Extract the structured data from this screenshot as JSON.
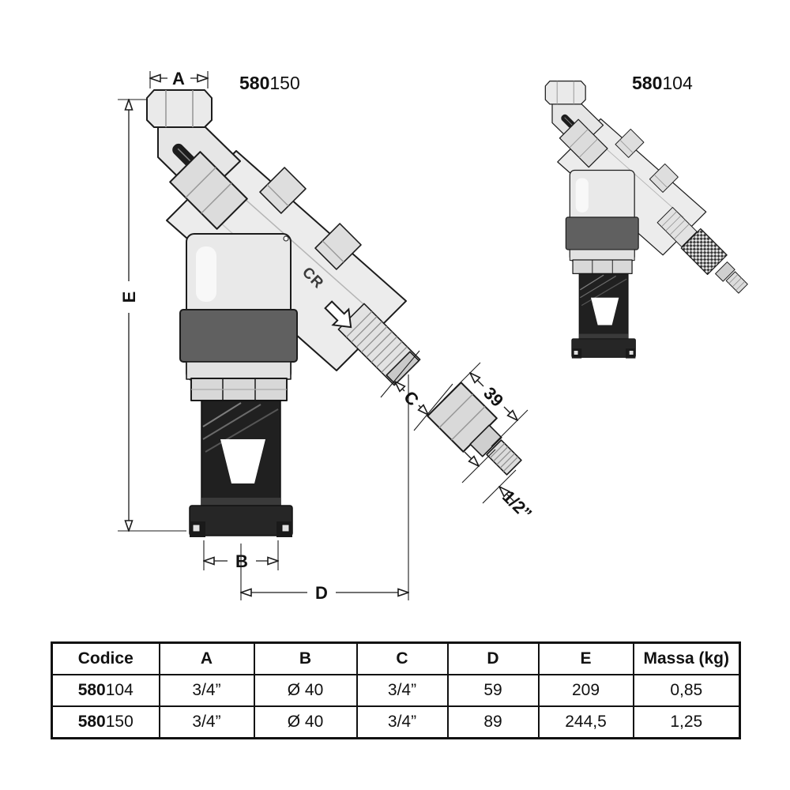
{
  "drawings": {
    "main": {
      "code": {
        "bold": "580",
        "rest": "150"
      },
      "marking": "CR",
      "labels": {
        "a": "A",
        "b": "B",
        "c": "C",
        "d": "D",
        "e": "E",
        "len39": "39",
        "half": "1/2”"
      }
    },
    "secondary": {
      "code": {
        "bold": "580",
        "rest": "104"
      }
    }
  },
  "table": {
    "headers": [
      "Codice",
      "A",
      "B",
      "C",
      "D",
      "E",
      "Massa (kg)"
    ],
    "rows": [
      {
        "code": {
          "bold": "580",
          "rest": "104"
        },
        "a": "3/4”",
        "b": "Ø 40",
        "c": "3/4”",
        "d": "59",
        "e": "209",
        "massa": "0,85"
      },
      {
        "code": {
          "bold": "580",
          "rest": "150"
        },
        "a": "3/4”",
        "b": "Ø 40",
        "c": "3/4”",
        "d": "89",
        "e": "244,5",
        "massa": "1,25"
      }
    ]
  },
  "colors": {
    "line": "#1c1c1c",
    "body_light": "#ececec",
    "body_mid": "#d9d9d9",
    "band_dark": "#606060",
    "bowl_black": "#202020"
  }
}
